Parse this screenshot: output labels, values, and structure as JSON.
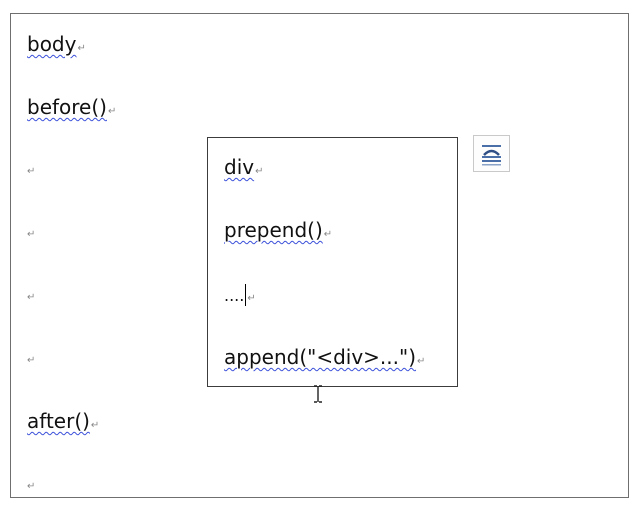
{
  "document": {
    "lines": [
      {
        "text": "body",
        "mark": "↵"
      },
      {
        "text": "before()",
        "mark": "↵"
      },
      {
        "text": "after()",
        "mark": "↵"
      }
    ],
    "empty_mark": "↵"
  },
  "textbox": {
    "lines": [
      {
        "text": "div",
        "mark": "↵"
      },
      {
        "text": "prepend()",
        "mark": "↵"
      },
      {
        "text": "....",
        "mark": "↵"
      },
      {
        "text": "append(\"<div>...\")",
        "mark": "↵"
      }
    ]
  },
  "icons": {
    "layout_options": "layout-options-icon",
    "text_cursor": "ibeam-cursor-icon"
  },
  "colors": {
    "spell_underline": "#3a4fd9",
    "border": "#6f6f6f"
  }
}
